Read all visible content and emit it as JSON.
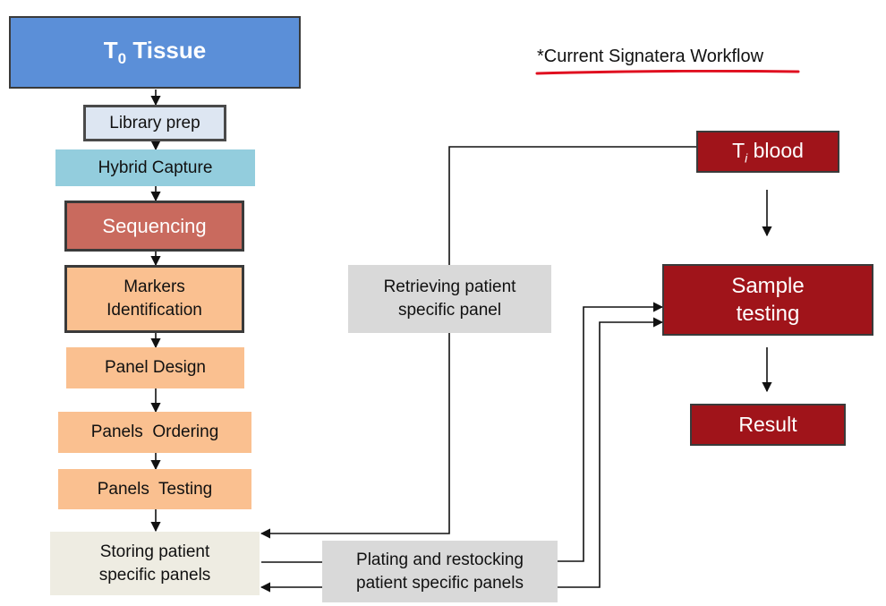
{
  "workflow_title": "*Current Signatera Workflow",
  "colors": {
    "tissue": "#5b8fd8",
    "library": "#dde6f2",
    "capture": "#93cddd",
    "sequencing": "#c96a5e",
    "peach": "#fac090",
    "storage": "#eeece2",
    "grey": "#d9d9d9",
    "dark_red": "#a0141a",
    "underline": "#e01020"
  },
  "nodes": {
    "tissue": {
      "main": "T",
      "sub": "0",
      "rest": " Tissue"
    },
    "library_prep": "Library prep",
    "hybrid_capture": "Hybrid Capture",
    "sequencing": "Sequencing",
    "markers": {
      "line1": "Markers",
      "line2": "Identification"
    },
    "panel_design": "Panel Design",
    "panels_ordering": "Panels  Ordering",
    "panels_testing": "Panels  Testing",
    "storing": {
      "line1": "Storing patient",
      "line2": "specific panels"
    },
    "retrieving": {
      "line1": "Retrieving patient",
      "line2": "specific panel"
    },
    "plating": {
      "line1": "Plating and restocking",
      "line2": "patient specific panels"
    },
    "blood": {
      "main": "T",
      "sub": "i",
      "rest": " blood"
    },
    "sample_testing": {
      "line1": "Sample",
      "line2": "testing"
    },
    "result": "Result"
  }
}
